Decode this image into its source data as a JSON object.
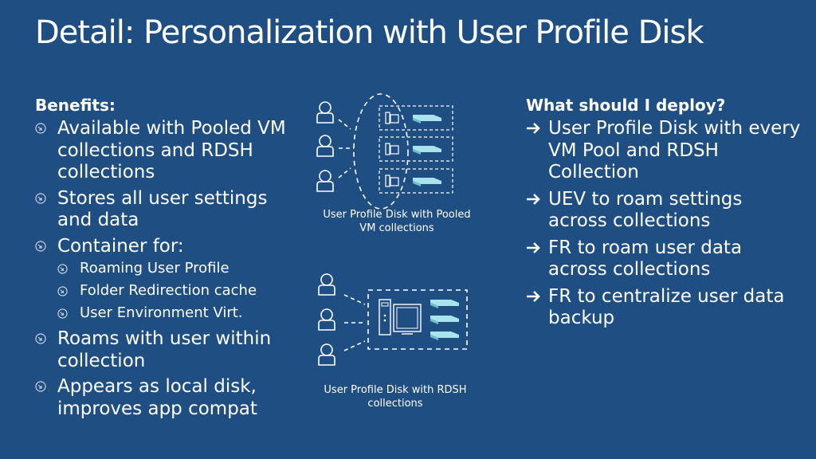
{
  "title": "Detail: Personalization with User Profile Disk",
  "benefits": {
    "heading": "Benefits:",
    "items": [
      "Available with Pooled VM collections and RDSH collections",
      "Stores all user settings and data",
      "Container for:",
      "Roams with user within collection",
      "Appears as local disk, improves app compat"
    ],
    "container_subitems": [
      "Roaming User Profile",
      "Folder Redirection cache",
      "User Environment Virt."
    ]
  },
  "deploy": {
    "heading": "What should I deploy?",
    "items": [
      "User Profile Disk with every VM Pool and RDSH Collection",
      "UEV to roam settings across collections",
      "FR to roam user data across collections",
      "FR to centralize user data backup"
    ]
  },
  "diagrams": {
    "pooled_caption": "User Profile Disk with Pooled VM collections",
    "rdsh_caption": "User Profile Disk with RDSH collections"
  },
  "colors": {
    "background": "#1f4e82",
    "text": "#ffffff",
    "disk": "#a8e3ee"
  }
}
